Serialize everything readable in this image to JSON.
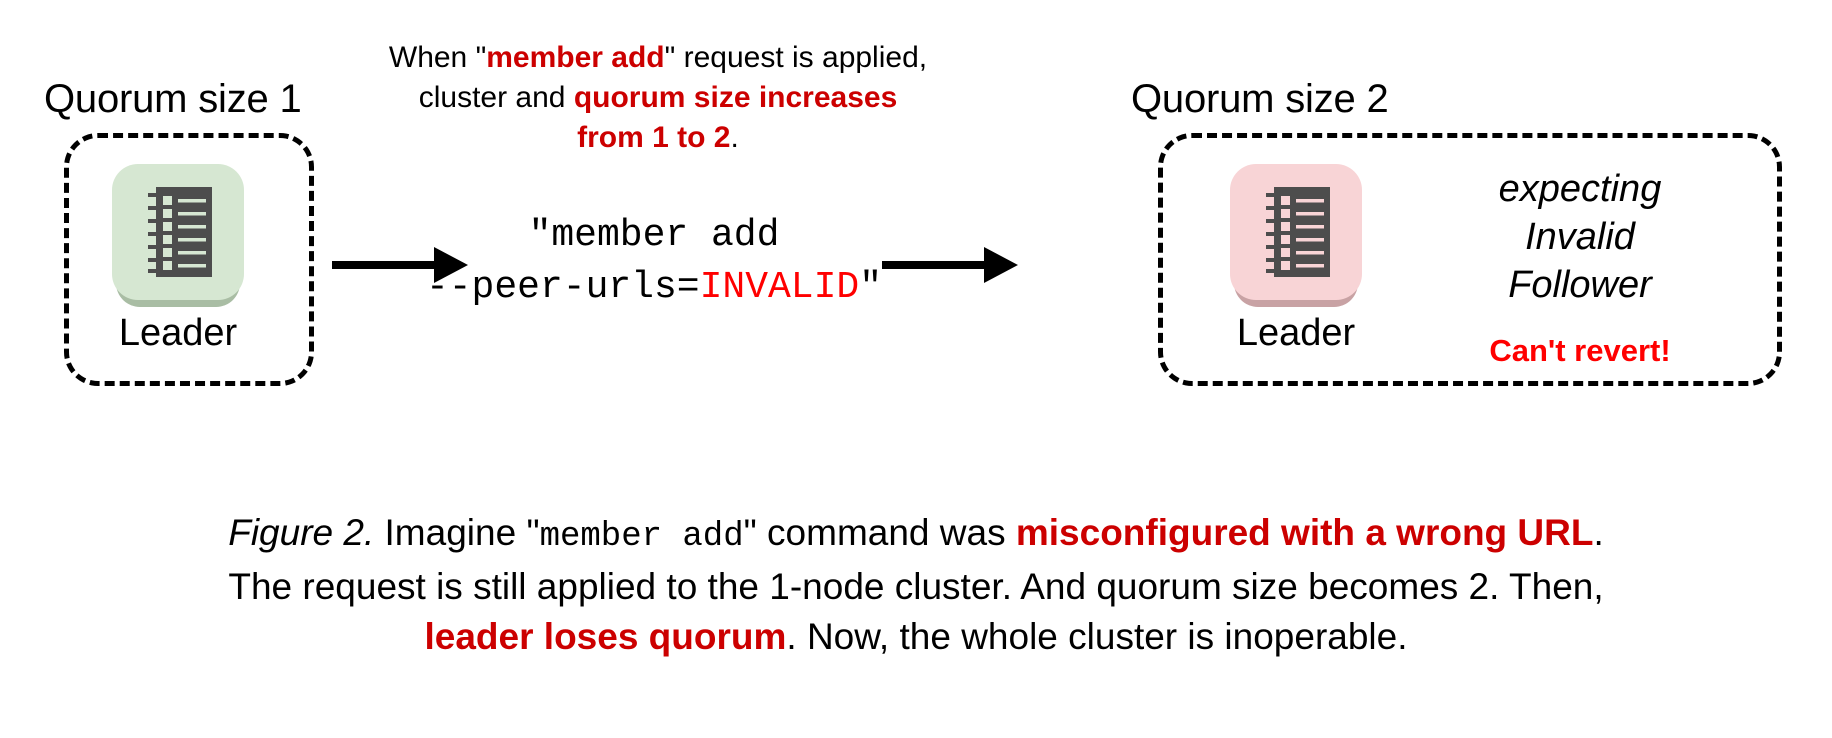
{
  "figure": {
    "colors": {
      "red_bold": "#cc0000",
      "red_bright": "#ff0000",
      "leader_ok_fill": "#d6e7d2",
      "leader_ok_shadow": "#a9bda4",
      "leader_bad_fill": "#f8d4d6",
      "leader_bad_shadow": "#c8a2a4",
      "glyph_body": "#4d4d4d",
      "text": "#000000",
      "background": "#ffffff"
    },
    "left_cluster": {
      "title": "Quorum size 1",
      "node_label": "Leader",
      "icon_name": "server-icon",
      "state": "healthy"
    },
    "right_cluster": {
      "title": "Quorum size 2",
      "node_label": "Leader",
      "icon_name": "server-icon",
      "state": "unhealthy",
      "expecting_line1": "expecting",
      "expecting_line2": "Invalid",
      "expecting_line3": "Follower",
      "warning": "Can't revert!"
    },
    "top_note": {
      "line1_a": "When \"",
      "line1_b": "member add",
      "line1_c": "\" request is applied,",
      "line2_a": "cluster and ",
      "line2_b": "quorum size increases",
      "line3_a": "from 1 to 2",
      "line3_b": "."
    },
    "command": {
      "line1": "\"member add",
      "line2_a": "--peer-urls=",
      "line2_b": "INVALID",
      "line2_c": "\""
    },
    "arrows": {
      "left_arrow_name": "arrow-right-1",
      "right_arrow_name": "arrow-right-2"
    },
    "caption": {
      "figno": "Figure 2.",
      "seg1": " Imagine \"",
      "mono1": "member add",
      "seg2": "\" command was ",
      "hl1": "misconfigured with a wrong URL",
      "seg3": ".",
      "line2": "The request is still applied to the 1-node cluster. And quorum size becomes 2. Then,",
      "hl2": "leader loses quorum",
      "seg4": ". Now, the whole cluster is inoperable."
    }
  }
}
